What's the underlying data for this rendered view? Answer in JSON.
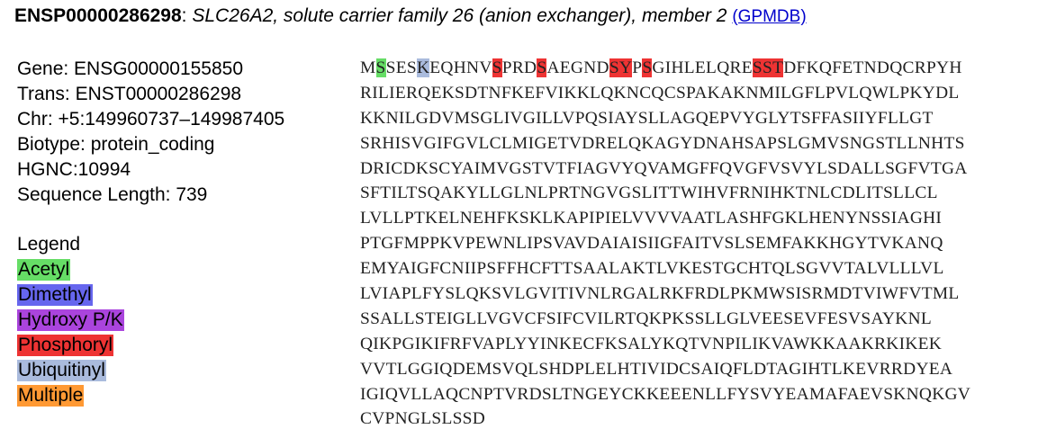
{
  "header": {
    "protein_id": "ENSP00000286298",
    "separator": ":",
    "description": "SLC26A2, solute carrier family 26 (anion exchanger), member 2",
    "link_label": "(GPMDB)"
  },
  "info": {
    "gene": "Gene: ENSG00000155850",
    "trans": "Trans: ENST00000286298",
    "chr": "Chr: +5:149960737–149987405",
    "biotype": "Biotype: protein_coding",
    "hgnc": "HGNC:10994",
    "length": "Sequence Length: 739"
  },
  "legend": {
    "title": "Legend",
    "items": [
      {
        "label": "Acetyl",
        "color": "#66dd66"
      },
      {
        "label": "Dimethyl",
        "color": "#6666ee"
      },
      {
        "label": "Hydroxy P/K",
        "color": "#aa44dd"
      },
      {
        "label": "Phosphoryl",
        "color": "#ee3333"
      },
      {
        "label": "Ubiquitinyl",
        "color": "#aabbdd"
      },
      {
        "label": "Multiple",
        "color": "#ff9933"
      }
    ]
  },
  "sequence": {
    "lines": [
      "MSSESKEQHNVSPRDSAEGNDSYPSGIHLELQRESSTDFKQFETNDQCRPYH",
      "RILIERQEKSDTNFKEFVIKKLQKNCQCSPAKAKNMILGFLPVLQWLPKYDL",
      "KKNILGDVMSGLIVGILLVPQSIAYSLLAGQEPVYGLYTSFFASIIYFLLGT",
      "SRHISVGIFGVLCLMIGETVDRELQKAGYDNAHSAPSLGMVSNGSTLLNHTS",
      "DRICDKSCYAIMVGSTVTFIAGVYQVAMGFFQVGFVSVYLSDALLSGFVTGA",
      "SFTILTSQAKYLLGLNLPRTNGVGSLITTWIHVFRNIHKTNLCDLITSLLCL",
      "LVLLPTKELNEHFKSKLKAPIPIELVVVVAATLASHFGKLHENYNSSIAGHI",
      "PTGFMPPKVPEWNLIPSVAVDAIAISIIGFAITVSLSEMFAKKHGYTVKANQ",
      "EMYAIGFCNIIPSFFHCFTTSAALAKTLVKESTGCHTQLSGVVTALVLLLVL",
      "LVIAPLFYSLQKSVLGVITIVNLRGALRKFRDLPKMWSISRMDTVIWFVTML",
      "SSALLSTEIGLLVGVCFSIFCVILRTQKPKSSLLGLVEESEVFESVSAYKNL",
      "QIKPGIKIFRFVAPLYYINKECFKSALYKQTVNPILIKVAWKKAAKRKIKEK",
      "VVTLGGIQDEMSVQLSHDPLELHTIVIDCSAIQFLDTAGIHTLKEVRRDYEA",
      "IGIQVLLAQCNPTVRDSLTNGEYCKKEEENLLFYSVYEAMAFAEVSKNQKGV",
      "CVPNGLSLSSD"
    ],
    "highlights": [
      {
        "line": 0,
        "pos": 1,
        "mod": "Acetyl",
        "color": "#66dd66"
      },
      {
        "line": 0,
        "pos": 5,
        "mod": "Ubiquitinyl",
        "color": "#aabbdd"
      },
      {
        "line": 0,
        "pos": 11,
        "mod": "Phosphoryl",
        "color": "#ee3333"
      },
      {
        "line": 0,
        "pos": 15,
        "mod": "Phosphoryl",
        "color": "#ee3333"
      },
      {
        "line": 0,
        "pos": 21,
        "mod": "Phosphoryl",
        "color": "#ee3333"
      },
      {
        "line": 0,
        "pos": 22,
        "mod": "Phosphoryl",
        "color": "#ee3333"
      },
      {
        "line": 0,
        "pos": 24,
        "mod": "Phosphoryl",
        "color": "#ee3333"
      },
      {
        "line": 0,
        "pos": 34,
        "mod": "Phosphoryl",
        "color": "#ee3333"
      },
      {
        "line": 0,
        "pos": 35,
        "mod": "Phosphoryl",
        "color": "#ee3333"
      },
      {
        "line": 0,
        "pos": 36,
        "mod": "Phosphoryl",
        "color": "#ee3333"
      }
    ]
  }
}
